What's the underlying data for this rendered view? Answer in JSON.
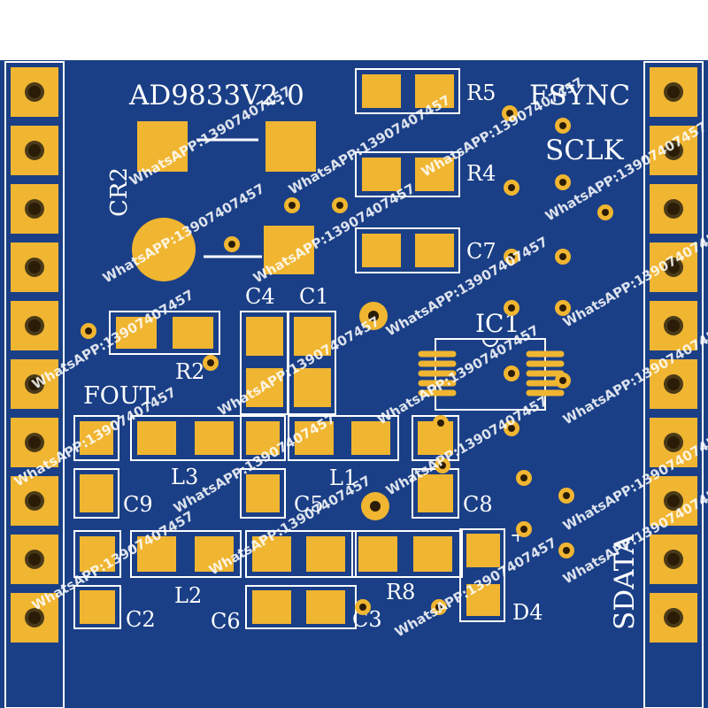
{
  "board": {
    "name": "AD9833V2.0",
    "colors": {
      "substrate": "#1a3f86",
      "copper": "#e6a82a",
      "pad": "#f0b531",
      "silk": "#ffffff",
      "hole": "#2a1c06",
      "background": "#ffffff"
    }
  },
  "labels": {
    "fsync": "FSYNC",
    "sclk": "SCLK",
    "sdata": "SDATA",
    "fout": "FOUT",
    "ic1": "IC1",
    "cr2": "CR2",
    "r5": "R5",
    "r4": "R4",
    "c7": "C7",
    "c4": "C4",
    "c1": "C1",
    "r2": "R2",
    "l3": "L3",
    "l1": "L1",
    "c9": "C9",
    "c5": "C5",
    "c8": "C8",
    "plus": "+",
    "l2": "L2",
    "r8": "R8",
    "c2": "C2",
    "c6": "C6",
    "c3": "C3",
    "d4": "D4"
  },
  "watermark": "WhatsAPP:13907407457",
  "header_pins": {
    "left_count": 10,
    "right_count": 10
  }
}
